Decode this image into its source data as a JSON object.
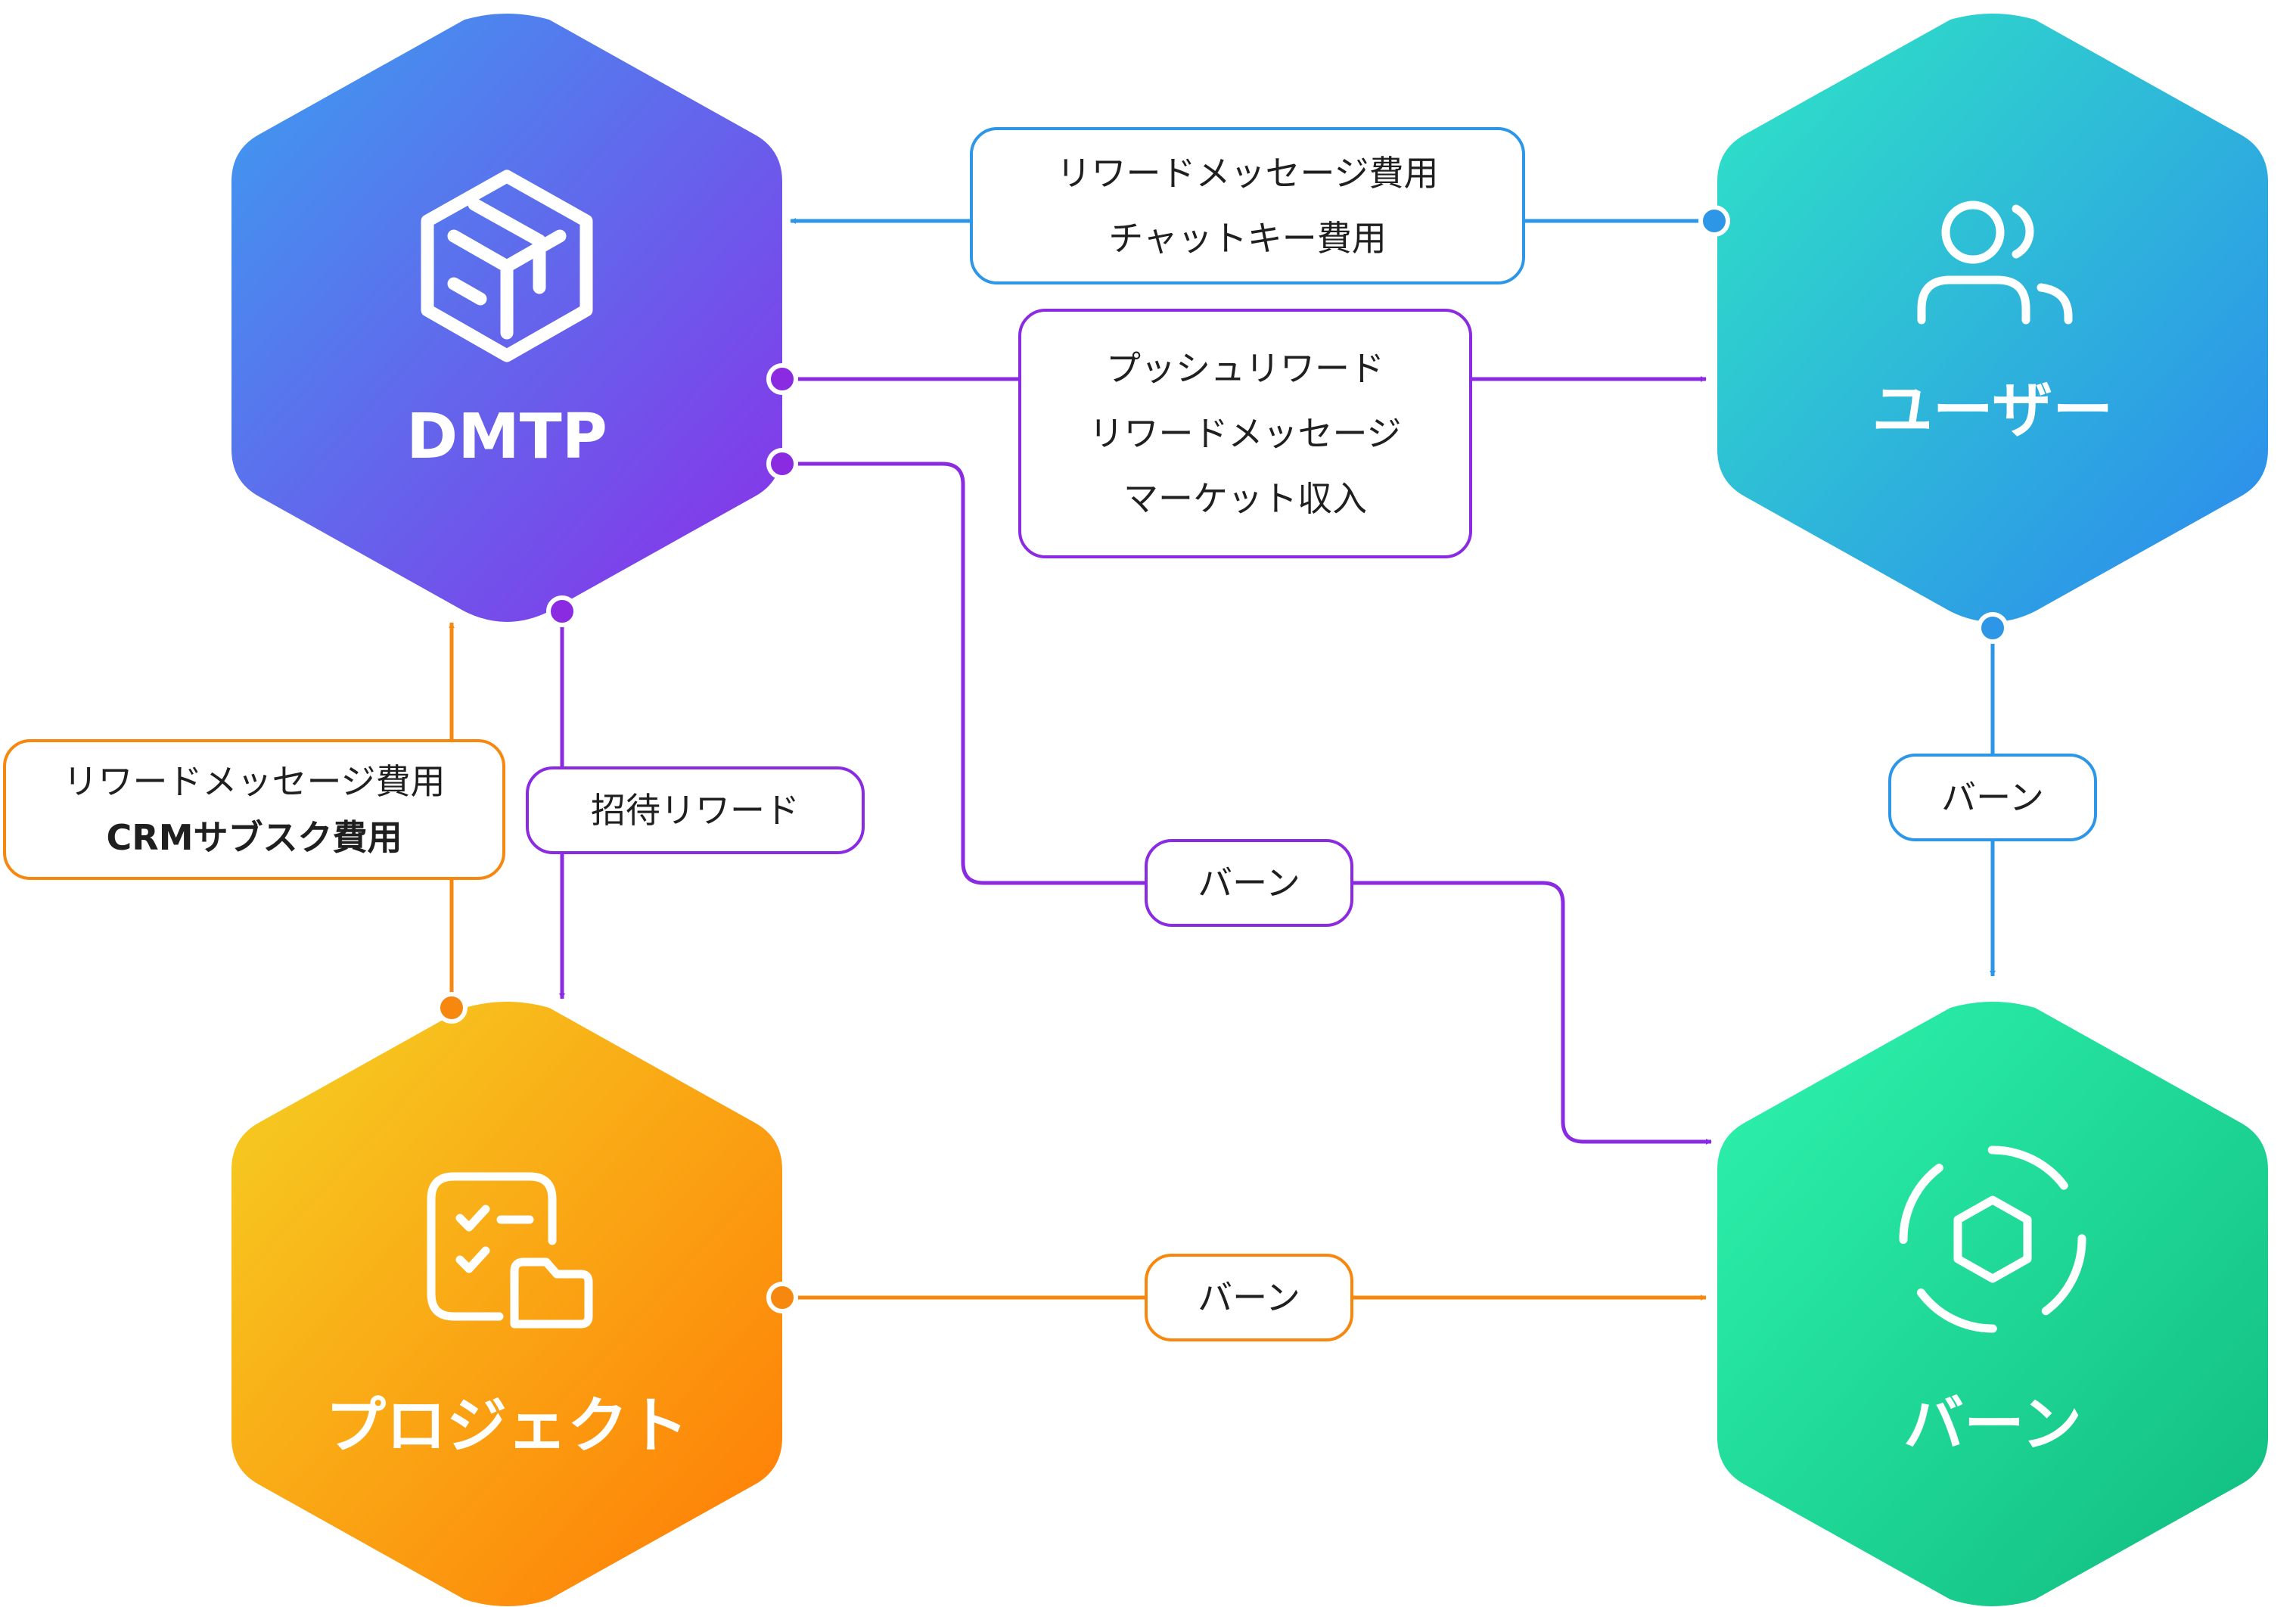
{
  "colors": {
    "blue": "#2e96e6",
    "purple": "#8a2be2",
    "orange": "#f7880f",
    "white": "#ffffff"
  },
  "nodes": {
    "dmtp": {
      "title": "DMTP",
      "icon": "cube-box-icon",
      "gradient": [
        "#3a9ff0",
        "#8b2ee8"
      ]
    },
    "user": {
      "title": "ユーザー",
      "icon": "users-icon",
      "gradient": [
        "#2ee6c4",
        "#2d87ef"
      ]
    },
    "project": {
      "title": "プロジェクト",
      "icon": "checklist-folder-icon",
      "gradient": [
        "#f5d123",
        "#ff7a05"
      ]
    },
    "burn": {
      "title": "バーン",
      "icon": "hexagon-ring-icon",
      "gradient": [
        "#2ef4ae",
        "#10bb7f"
      ]
    }
  },
  "labels": {
    "user_to_dmtp": [
      "リワードメッセージ費用",
      "チャットキー費用"
    ],
    "dmtp_to_user": [
      "プッシュリワード",
      "リワードメッセージ",
      "マーケット収入"
    ],
    "project_to_dmtp": [
      "リワードメッセージ費用",
      "CRMサブスク費用"
    ],
    "dmtp_to_project": "招待リワード",
    "dmtp_to_burn": "バーン",
    "user_to_burn": "バーン",
    "project_to_burn": "バーン"
  }
}
